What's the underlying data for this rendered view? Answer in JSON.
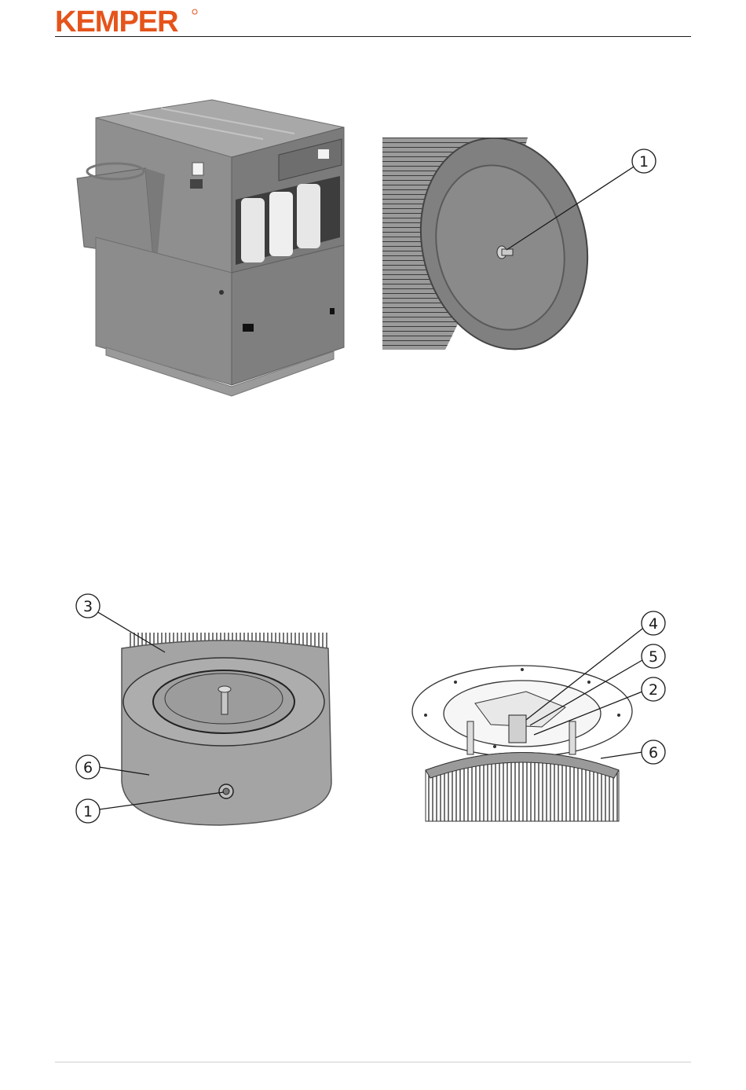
{
  "header": {
    "logo_text": "KEMPER",
    "brand_color": "#e5541b"
  },
  "figures": {
    "unit": {
      "icon": "filter-unit-illustration"
    },
    "cartridge_end": {
      "icon": "filter-cartridge-illustration",
      "callouts": [
        "1"
      ]
    },
    "cartridge_bag": {
      "icon": "cartridge-with-bag-illustration",
      "callouts": [
        "3",
        "6",
        "1"
      ]
    },
    "cartridge_mount": {
      "icon": "cartridge-mount-illustration",
      "callouts": [
        "4",
        "5",
        "2",
        "6"
      ]
    }
  }
}
